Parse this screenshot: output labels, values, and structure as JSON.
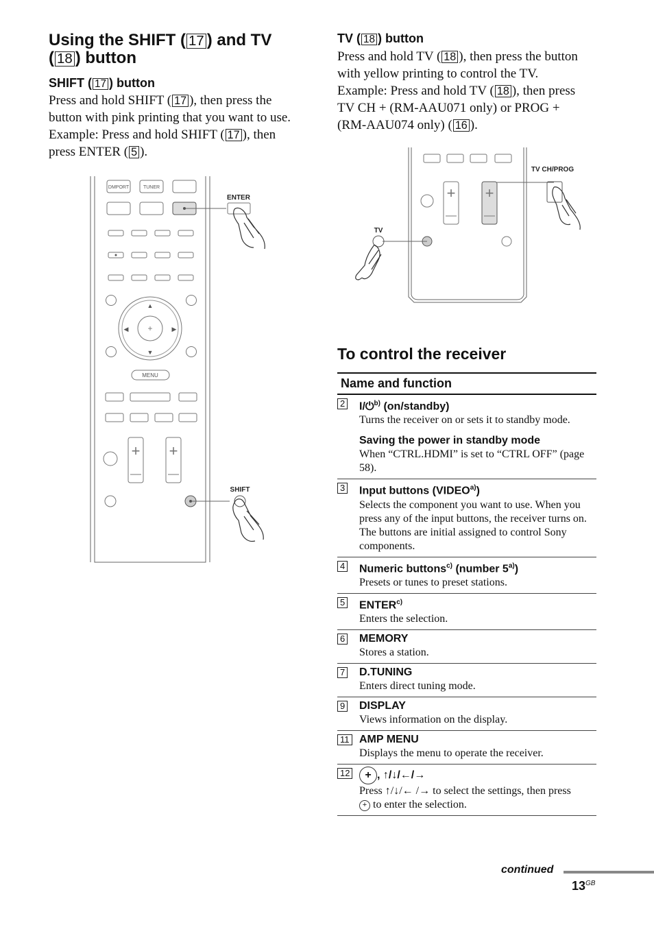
{
  "left": {
    "title_a": "Using the SHIFT (",
    "title_num1": "17",
    "title_b": ") and TV",
    "title_c": "(",
    "title_num2": "18",
    "title_d": ") button",
    "shift_heading_a": "SHIFT (",
    "shift_heading_num": "17",
    "shift_heading_b": ") button",
    "shift_p1a": "Press and hold SHIFT (",
    "shift_p1num": "17",
    "shift_p1b": "), then press the",
    "shift_p2": "button with pink printing that you want to use.",
    "shift_p3a": "Example: Press and hold SHIFT (",
    "shift_p3num": "17",
    "shift_p3b": "), then",
    "shift_p4a": "press ENTER (",
    "shift_p4num": "5",
    "shift_p4b": ")."
  },
  "remote_left": {
    "dmport": "DMPORT",
    "tuner": "TUNER",
    "menu": "MENU",
    "enter_callout": "ENTER",
    "shift_callout": "SHIFT"
  },
  "right_top": {
    "tv_heading_a": "TV (",
    "tv_heading_num": "18",
    "tv_heading_b": ") button",
    "l1a": "Press and hold TV (",
    "l1num": "18",
    "l1b": "), then press the button",
    "l2": "with yellow printing to control the TV.",
    "l3a": "Example: Press and hold TV (",
    "l3num": "18",
    "l3b": "), then press",
    "l4": "TV CH + (RM-AAU071 only) or PROG +",
    "l5a": "(RM-AAU074 only) (",
    "l5num": "16",
    "l5b": ")."
  },
  "remote_right": {
    "tv_label": "TV",
    "tvch_label": "TV CH/PROG"
  },
  "section": {
    "title": "To control the receiver",
    "table_header": "Name and function"
  },
  "rows": [
    {
      "num": "2",
      "name_a": "I/",
      "name_sup": "b)",
      "name_b": " (on/standby)",
      "desc": "Turns the receiver on or sets it to standby mode.",
      "sub": "Saving the power in standby mode",
      "sub_desc": "When “CTRL.HDMI” is set to “CTRL OFF” (page 58)."
    },
    {
      "num": "3",
      "name_a": "Input buttons (VIDEO",
      "name_sup": "a)",
      "name_b": ")",
      "desc": "Selects the component you want to use. When you press any of the input buttons, the receiver turns on. The buttons are initial assigned to control Sony components."
    },
    {
      "num": "4",
      "name_a": "Numeric buttons",
      "name_sup": "c)",
      "name_b": " (number 5",
      "name_sup2": "a)",
      "name_c": ")",
      "desc": "Presets or tunes to preset stations."
    },
    {
      "num": "5",
      "name_a": "ENTER",
      "name_sup": "c)",
      "name_b": "",
      "desc": "Enters the selection."
    },
    {
      "num": "6",
      "name_a": "MEMORY",
      "name_sup": "",
      "name_b": "",
      "desc": "Stores a station."
    },
    {
      "num": "7",
      "name_a": "D.TUNING",
      "name_sup": "",
      "name_b": "",
      "desc": "Enters direct tuning mode."
    },
    {
      "num": "9",
      "name_a": "DISPLAY",
      "name_sup": "",
      "name_b": "",
      "desc": "Views information on the display."
    },
    {
      "num": "11",
      "name_a": "AMP MENU",
      "name_sup": "",
      "name_b": "",
      "desc": "Displays the menu to operate the receiver."
    },
    {
      "num": "12",
      "name_a": ", ",
      "arrows": "↑/↓/←/→",
      "desc_a": "Press ",
      "desc_arrows": "↑/↓/← /→",
      "desc_b": " to select the settings, then press",
      "desc_c": " to enter the selection."
    }
  ],
  "footer": {
    "continued": "continued",
    "page": "13",
    "page_suffix": "GB"
  }
}
